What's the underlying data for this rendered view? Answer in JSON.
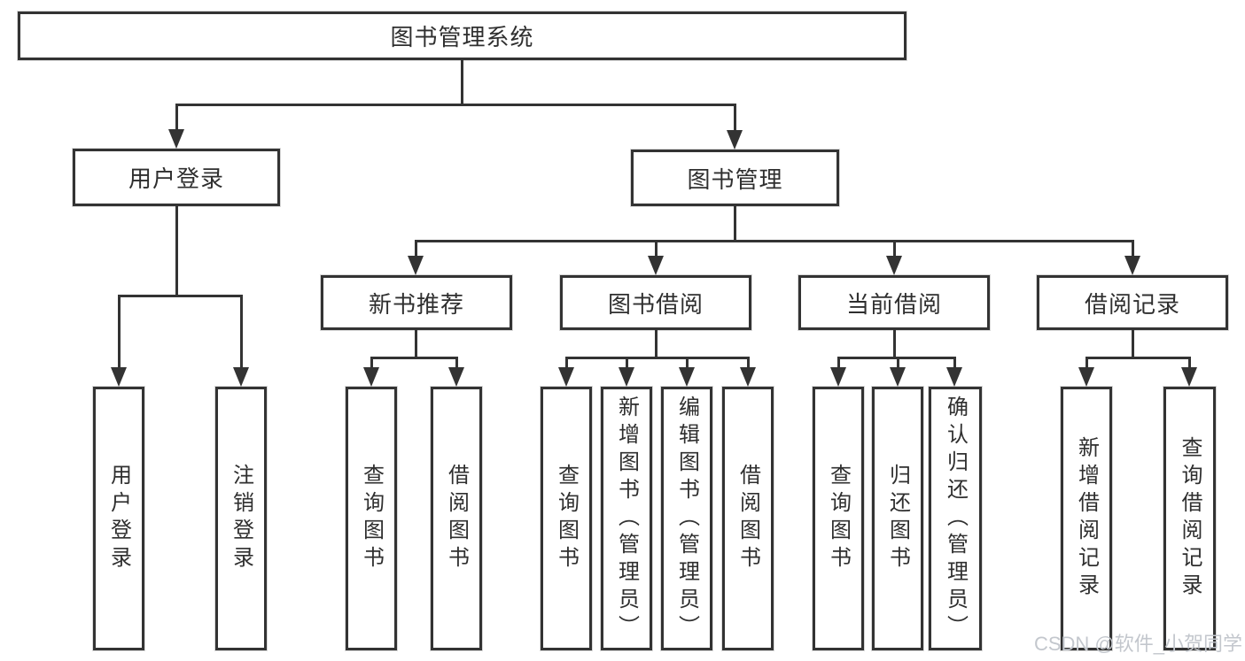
{
  "colors": {
    "line": "#333333",
    "text": "#2f2f2f",
    "watermark": "#c3c7cd"
  },
  "watermark": "CSDN @软件_小贺同学",
  "tree": {
    "root": "图书管理系统",
    "children": [
      {
        "label": "用户登录",
        "children": [
          {
            "label": "用户登录"
          },
          {
            "label": "注销登录"
          }
        ]
      },
      {
        "label": "图书管理",
        "children": [
          {
            "label": "新书推荐",
            "children": [
              {
                "label": "查询图书"
              },
              {
                "label": "借阅图书"
              }
            ]
          },
          {
            "label": "图书借阅",
            "children": [
              {
                "label": "查询图书"
              },
              {
                "label": "新增图书（管理员）"
              },
              {
                "label": "编辑图书（管理员）"
              },
              {
                "label": "借阅图书"
              }
            ]
          },
          {
            "label": "当前借阅",
            "children": [
              {
                "label": "查询图书"
              },
              {
                "label": "归还图书"
              },
              {
                "label": "确认归还（管理员）"
              }
            ]
          },
          {
            "label": "借阅记录",
            "children": [
              {
                "label": "新增借阅记录"
              },
              {
                "label": "查询借阅记录"
              }
            ]
          }
        ]
      }
    ]
  }
}
